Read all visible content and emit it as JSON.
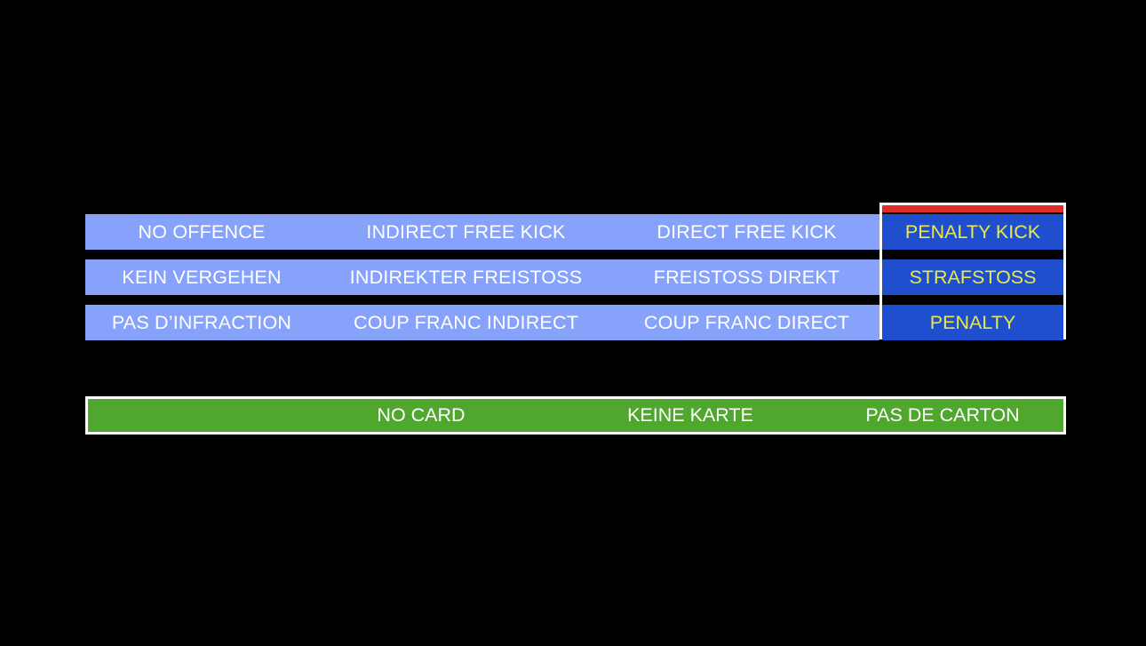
{
  "colors": {
    "background": "#000000",
    "light_blue": "#87A2FB",
    "dark_blue": "#1F4FCC",
    "highlight_red": "#E02B2B",
    "green": "#50A72D",
    "yellow_text": "#EAE84C",
    "white_text": "#FFFFFF",
    "border_white": "#FFFFFF"
  },
  "matrix": {
    "rows": [
      {
        "language": "english",
        "cells": [
          "NO OFFENCE",
          "INDIRECT FREE KICK",
          "DIRECT FREE KICK"
        ],
        "highlight_cell": "PENALTY KICK"
      },
      {
        "language": "german",
        "cells": [
          "KEIN VERGEHEN",
          "INDIREKTER FREISTOSS",
          "FREISTOSS DIREKT"
        ],
        "highlight_cell": "STRAFSTOSS"
      },
      {
        "language": "french",
        "cells": [
          "PAS D’INFRACTION",
          "COUP FRANC INDIRECT",
          "COUP FRANC DIRECT"
        ],
        "highlight_cell": "PENALTY"
      }
    ]
  },
  "card_bar": {
    "cells": [
      "NO CARD",
      "KEINE KARTE",
      "PAS DE CARTON"
    ]
  }
}
